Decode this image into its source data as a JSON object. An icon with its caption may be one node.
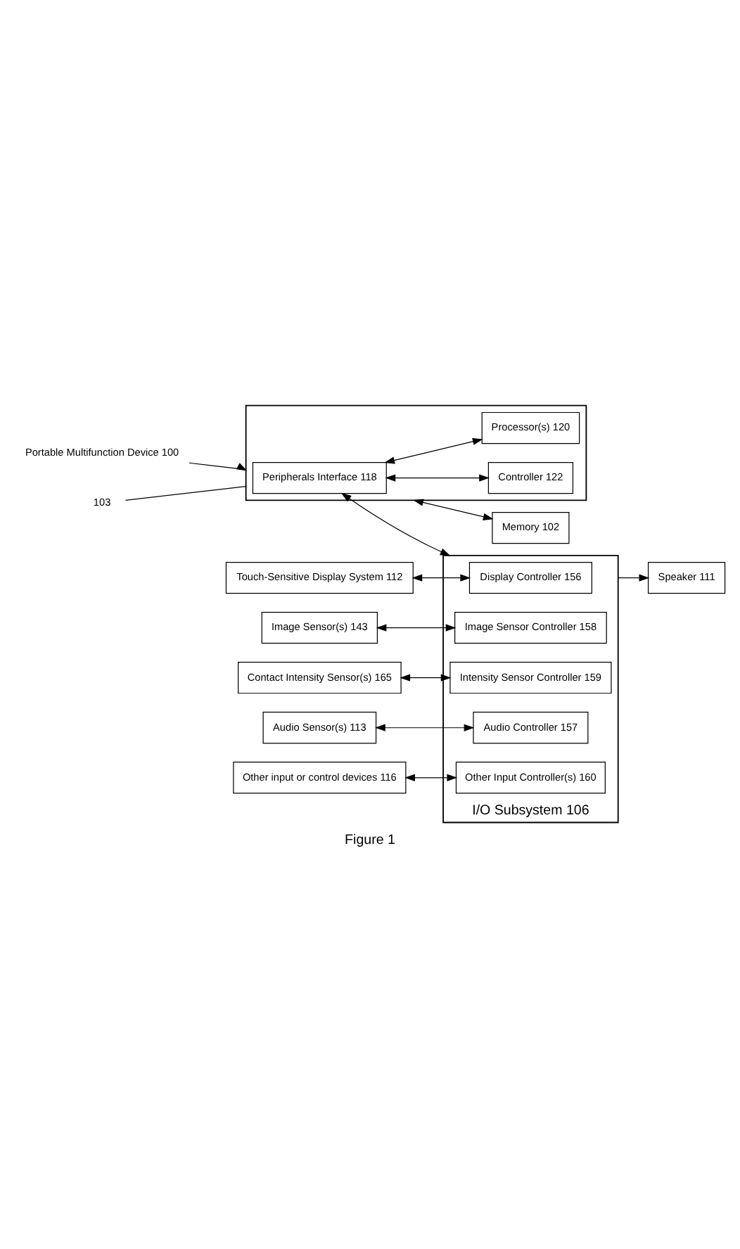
{
  "diagram": {
    "caption": "Figure 1",
    "nodes": [
      {
        "text": [
          "Portable Multifunction Device 100"
        ]
      },
      {
        "text": [],
        "shape": "box"
      },
      {
        "text": [
          "Peripherals Interface 118"
        ],
        "in": 1
      },
      {
        "text": [
          "Controller 122"
        ],
        "in": 1
      },
      {
        "text": [
          "Processor(s) 120"
        ],
        "in": 1
      },
      {
        "text": [
          "103"
        ]
      },
      {
        "text": [
          "Memory 102"
        ]
      },
      {
        "text": [
          "Touch-Sensitive Display System 112"
        ]
      },
      {
        "text": [
          "Image Sensor(s) 143"
        ]
      },
      {
        "text": [
          "Contact Intensity Sensor(s) 165"
        ]
      },
      {
        "text": [
          "Audio Sensor(s) 113"
        ]
      },
      {
        "text": [
          "Other input or control devices 116"
        ]
      },
      {
        "text": [
          "I/O Subsystem 106"
        ]
      },
      {
        "text": [
          "Display Controller 156"
        ],
        "in": 12
      },
      {
        "text": [
          "Image Sensor Controller 158"
        ],
        "in": 12
      },
      {
        "text": [
          "Intensity Sensor Controller 159"
        ],
        "in": 12
      },
      {
        "text": [
          "Audio Controller 157"
        ],
        "in": 12
      },
      {
        "text": [
          "Other Input Controller(s) 160"
        ],
        "in": 12
      },
      {
        "text": [
          "Speaker 111"
        ]
      }
    ],
    "edges": [
      {
        "from": 0,
        "to": 1,
        "arrow": "to"
      },
      {
        "from": 5,
        "to": 1,
        "arrow": "none"
      },
      {
        "from": 1,
        "to": 6,
        "arrow": "both"
      },
      {
        "from": 2,
        "to": 3,
        "arrow": "both"
      },
      {
        "from": 2,
        "to": 4,
        "arrow": "both"
      },
      {
        "from": 2,
        "to": 12,
        "arrow": "both"
      },
      {
        "from": 7,
        "to": 13,
        "arrow": "both"
      },
      {
        "from": 8,
        "to": 14,
        "arrow": "both"
      },
      {
        "from": 9,
        "to": 15,
        "arrow": "both"
      },
      {
        "from": 10,
        "to": 16,
        "arrow": "both"
      },
      {
        "from": 11,
        "to": 17,
        "arrow": "both"
      },
      {
        "from": 12,
        "to": 18,
        "arrow": "to"
      }
    ]
  }
}
